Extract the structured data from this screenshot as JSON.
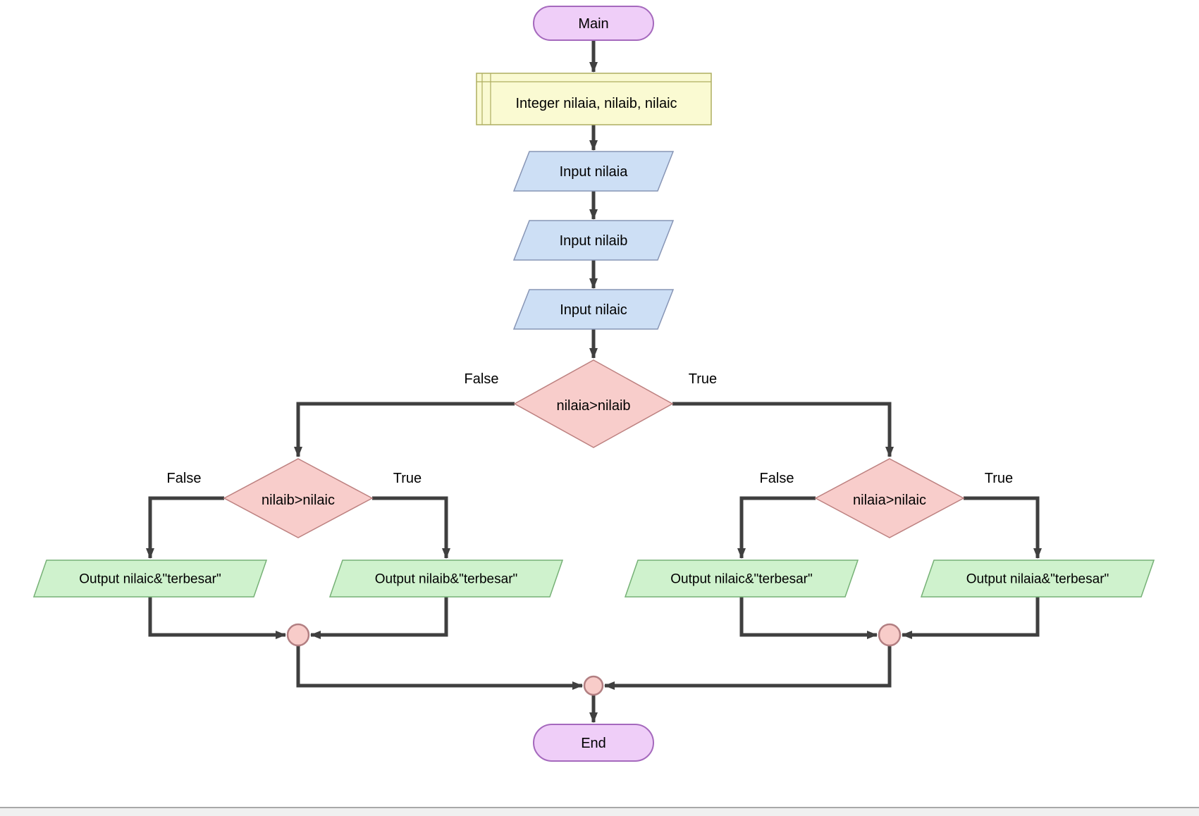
{
  "diagram": {
    "nodes": {
      "main": {
        "label": "Main"
      },
      "declare": {
        "label": "Integer nilaia, nilaib, nilaic"
      },
      "input_a": {
        "label": "Input nilaia"
      },
      "input_b": {
        "label": "Input nilaib"
      },
      "input_c": {
        "label": "Input nilaic"
      },
      "decision_main": {
        "label": "nilaia>nilaib"
      },
      "decision_left": {
        "label": "nilaib>nilaic"
      },
      "decision_right": {
        "label": "nilaia>nilaic"
      },
      "output_left_false": {
        "label": "Output nilaic&\"terbesar\""
      },
      "output_left_true": {
        "label": "Output nilaib&\"terbesar\""
      },
      "output_right_false": {
        "label": "Output nilaic&\"terbesar\""
      },
      "output_right_true": {
        "label": "Output nilaia&\"terbesar\""
      },
      "end": {
        "label": "End"
      }
    },
    "branch_labels": {
      "true": "True",
      "false": "False"
    },
    "colors": {
      "terminal_fill": "#EFCEF8",
      "terminal_stroke": "#A569BD",
      "declare_fill": "#FAFAD2",
      "declare_stroke": "#AEAE60",
      "input_fill": "#CDDFF5",
      "input_stroke": "#8795B5",
      "decision_fill": "#F8CDCB",
      "decision_stroke": "#BD8180",
      "output_fill": "#CFF2CD",
      "output_stroke": "#76B176",
      "junction_fill": "#F8CCC9",
      "junction_stroke": "#B27F82",
      "connector_color": "#3F3F3F",
      "statusbar_fill": "#F0F0F0",
      "statusbar_border": "#A8A8A8"
    }
  }
}
